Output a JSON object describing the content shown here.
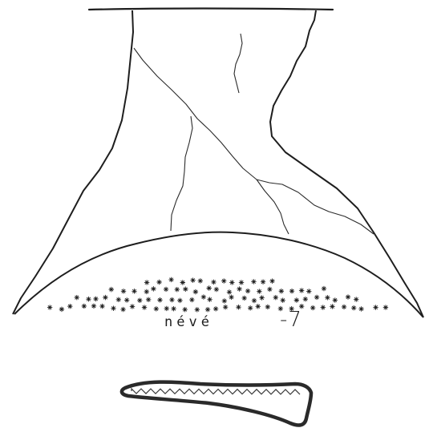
{
  "diagram": {
    "labels": {
      "neve": "névé",
      "number": "-7"
    },
    "colors": {
      "ink": "#1e1e1e",
      "background": "#ffffff",
      "section_fill": "#ffffff",
      "section_outline": "#2a2a2a"
    },
    "icons": {
      "snow_mark": "asterisk"
    }
  }
}
